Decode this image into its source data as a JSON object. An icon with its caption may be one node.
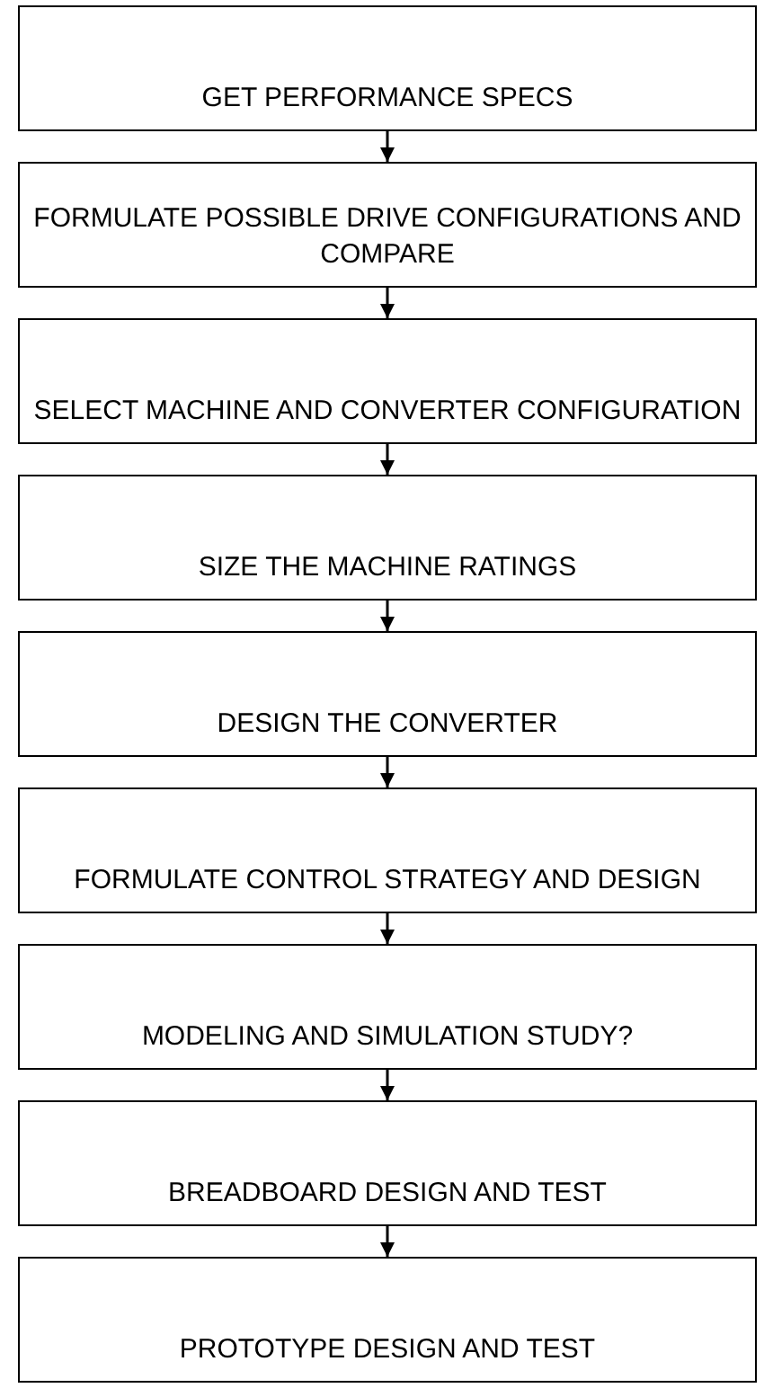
{
  "diagram": {
    "nodes": [
      {
        "text": [
          "GET PERFORMANCE SPECS"
        ]
      },
      {
        "text": [
          "FORMULATE POSSIBLE DRIVE CONFIGURATIONS AND COMPARE"
        ]
      },
      {
        "text": [
          "SELECT MACHINE AND CONVERTER CONFIGURATION"
        ]
      },
      {
        "text": [
          "SIZE THE MACHINE RATINGS"
        ]
      },
      {
        "text": [
          "DESIGN THE CONVERTER"
        ]
      },
      {
        "text": [
          "FORMULATE CONTROL STRATEGY AND DESIGN"
        ]
      },
      {
        "text": [
          "MODELING AND SIMULATION STUDY?"
        ]
      },
      {
        "text": [
          "BREADBOARD DESIGN AND TEST"
        ]
      },
      {
        "text": [
          "PROTOTYPE DESIGN AND TEST"
        ]
      }
    ],
    "edges": [
      {
        "from": 0,
        "to": 1,
        "arrow": "to"
      },
      {
        "from": 1,
        "to": 2,
        "arrow": "to"
      },
      {
        "from": 2,
        "to": 3,
        "arrow": "to"
      },
      {
        "from": 3,
        "to": 4,
        "arrow": "to"
      },
      {
        "from": 4,
        "to": 5,
        "arrow": "to"
      },
      {
        "from": 5,
        "to": 6,
        "arrow": "to"
      },
      {
        "from": 6,
        "to": 7,
        "arrow": "to"
      },
      {
        "from": 7,
        "to": 8,
        "arrow": "to"
      }
    ]
  }
}
